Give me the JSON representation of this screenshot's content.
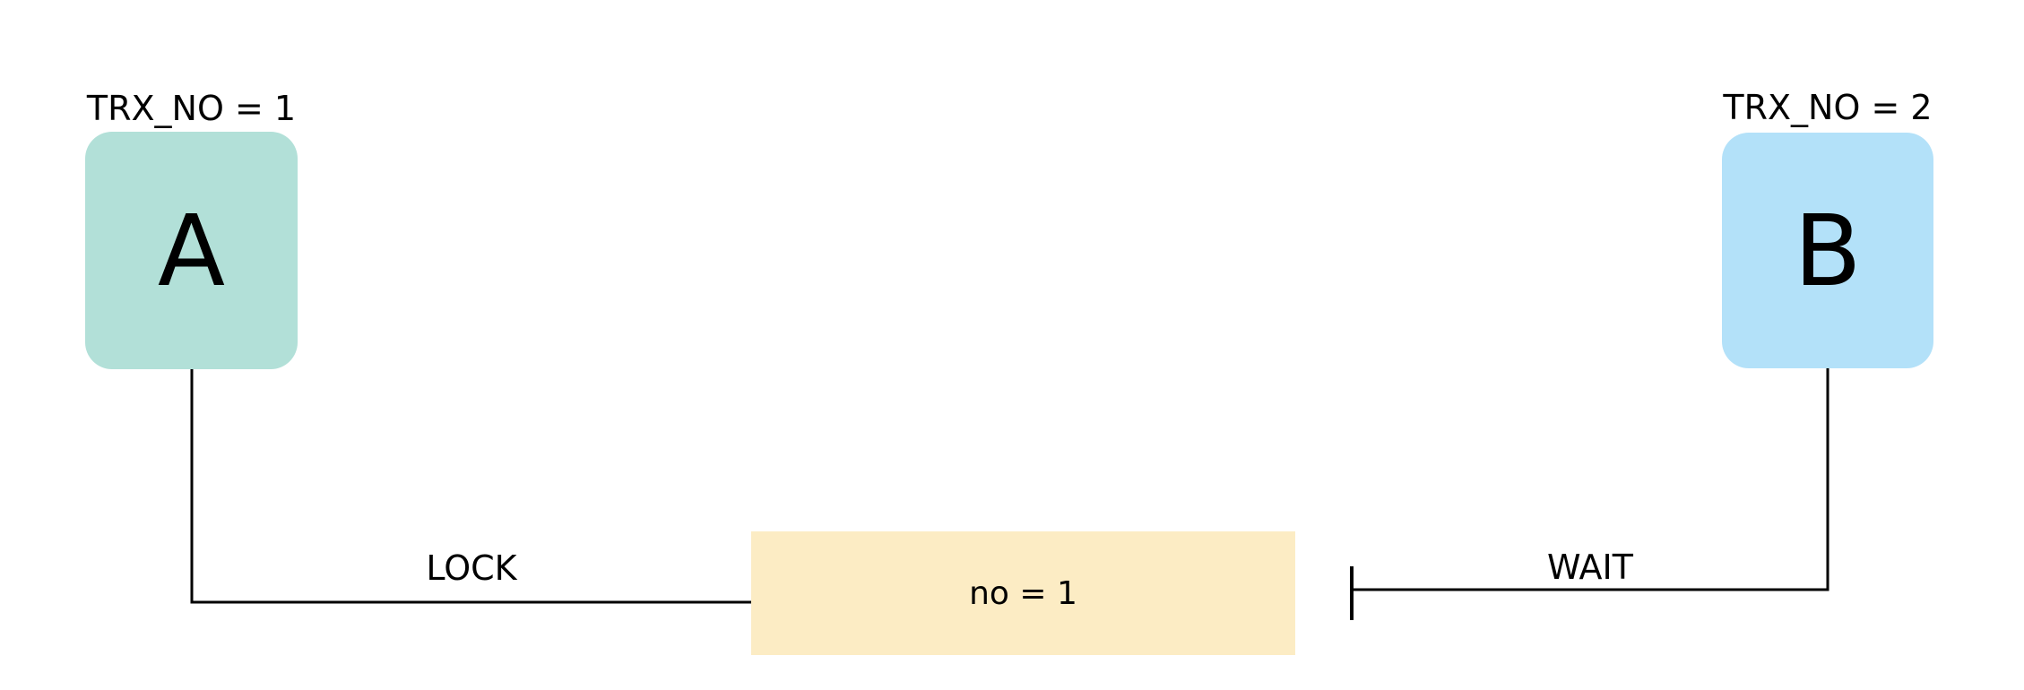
{
  "diagram": {
    "nodes": [
      {
        "id": "A",
        "label": "A",
        "caption": "TRX_NO = 1",
        "fill": "#b2e0d8"
      },
      {
        "id": "B",
        "label": "B",
        "caption": "TRX_NO = 2",
        "fill": "#b3e1f9"
      }
    ],
    "resource": {
      "label": "no = 1",
      "fill": "#fcecc4"
    },
    "edges": [
      {
        "from": "A",
        "to": "no = 1",
        "label": "LOCK",
        "terminator": "none"
      },
      {
        "from": "B",
        "to": "no = 1",
        "label": "WAIT",
        "terminator": "blocked-bar"
      }
    ],
    "line_color": "#000000"
  }
}
